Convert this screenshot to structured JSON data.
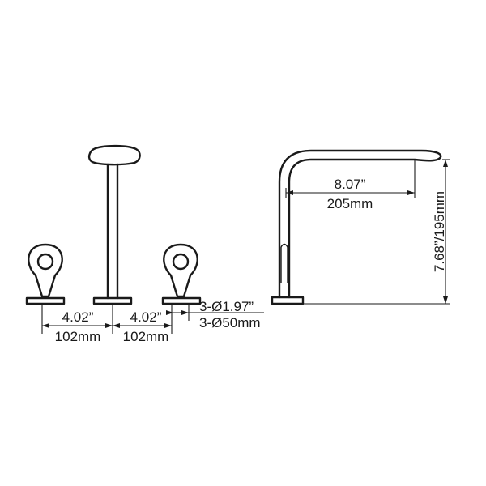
{
  "dimensions": {
    "handle_spacing_left": {
      "imperial": "4.02”",
      "metric": "102mm"
    },
    "handle_spacing_right": {
      "imperial": "4.02”",
      "metric": "102mm"
    },
    "hole_diameter": {
      "imperial": "3-Ø1.97”",
      "metric": "3-Ø50mm"
    },
    "spout_reach": {
      "imperial": "8.07”",
      "metric": "205mm"
    },
    "spout_height": "7.68”/195mm"
  }
}
